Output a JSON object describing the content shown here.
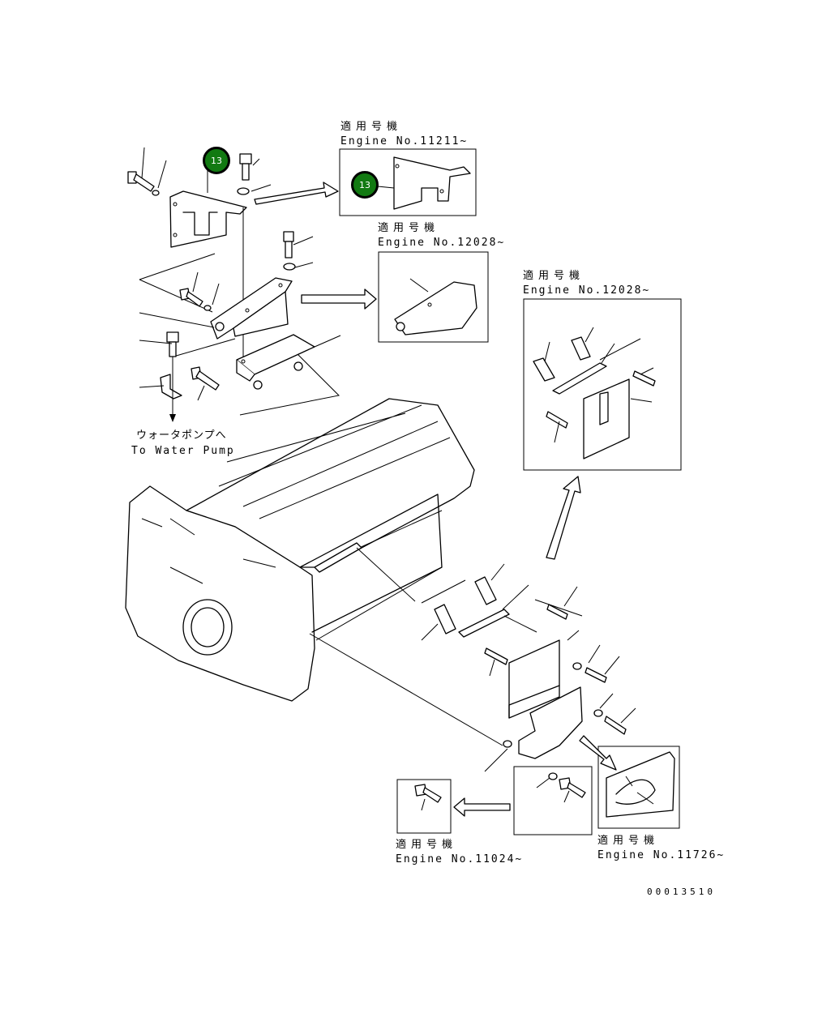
{
  "colors": {
    "badge_fill": "#127a12",
    "line": "#000000"
  },
  "callouts": {
    "badge_a": "13",
    "badge_b": "13"
  },
  "notes": {
    "top": {
      "jp": "適用号機",
      "en": "Engine No.11211~"
    },
    "mid": {
      "jp": "適用号機",
      "en": "Engine No.12028~"
    },
    "right": {
      "jp": "適用号機",
      "en": "Engine No.12028~"
    },
    "bottom_left": {
      "jp": "適用号機",
      "en": "Engine No.11024~"
    },
    "bottom_right": {
      "jp": "適用号機",
      "en": "Engine No.11726~"
    }
  },
  "pump": {
    "jp": "ウォータポンプへ",
    "en": "To Water Pump"
  },
  "drawing_number": "00013510"
}
